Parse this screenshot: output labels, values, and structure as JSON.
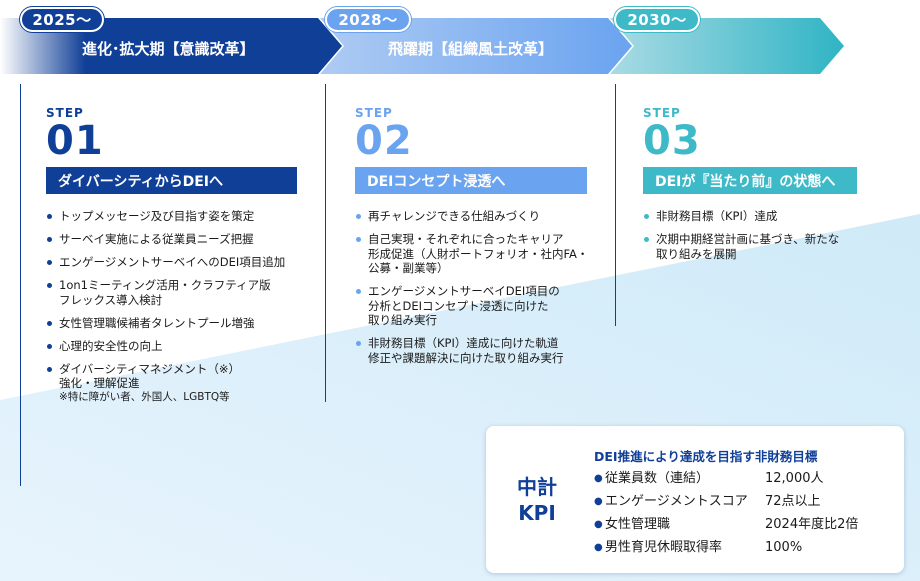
{
  "colors": {
    "navy": "#103f97",
    "sky": "#6aa3f0",
    "teal": "#3eb9c7",
    "wedge": "#d6ecfb"
  },
  "phases": [
    {
      "year": "2025～",
      "label": "進化･拡大期【意識改革】"
    },
    {
      "year": "2028～",
      "label": "飛躍期【組織風土改革】"
    },
    {
      "year": "2030～",
      "label": ""
    }
  ],
  "steps": [
    {
      "label": "STEP",
      "number": "01",
      "headline": "ダイバーシティからDEIへ",
      "bullets": [
        {
          "text": "トップメッセージ及び目指す姿を策定"
        },
        {
          "text": "サーベイ実施による従業員ニーズ把握"
        },
        {
          "text": "エンゲージメントサーベイへのDEI項目追加"
        },
        {
          "text": "1on1ミーティング活用・クラフティア版\nフレックス導入検討"
        },
        {
          "text": "女性管理職候補者タレントプール増強"
        },
        {
          "text": "心理的安全性の向上"
        },
        {
          "text": "ダイバーシティマネジメント（※）\n強化・理解促進",
          "note": "※特に障がい者、外国人、LGBTQ等"
        }
      ]
    },
    {
      "label": "STEP",
      "number": "02",
      "headline": "DEIコンセプト浸透へ",
      "bullets": [
        {
          "text": "再チャレンジできる仕組みづくり"
        },
        {
          "text": "自己実現・それぞれに合ったキャリア\n形成促進（人財ポートフォリオ・社内FA・\n公募・副業等）"
        },
        {
          "text": "エンゲージメントサーベイDEI項目の\n分析とDEIコンセプト浸透に向けた\n取り組み実行"
        },
        {
          "text": "非財務目標（KPI）達成に向けた軌道\n修正や課題解決に向けた取り組み実行"
        }
      ]
    },
    {
      "label": "STEP",
      "number": "03",
      "headline": "DEIが『当たり前』の状態へ",
      "bullets": [
        {
          "text": "非財務目標（KPI）達成"
        },
        {
          "text": "次期中期経営計画に基づき、新たな\n取り組みを展開"
        }
      ]
    }
  ],
  "kpi": {
    "title_line1": "中計",
    "title_line2": "KPI",
    "heading": "DEI推進により達成を目指す非財務目標",
    "rows": [
      {
        "key": "従業員数（連結）",
        "value": "12,000人"
      },
      {
        "key": "エンゲージメントスコア",
        "value": "72点以上"
      },
      {
        "key": "女性管理職",
        "value": "2024年度比2倍"
      },
      {
        "key": "男性育児休暇取得率",
        "value": "100%"
      }
    ]
  }
}
